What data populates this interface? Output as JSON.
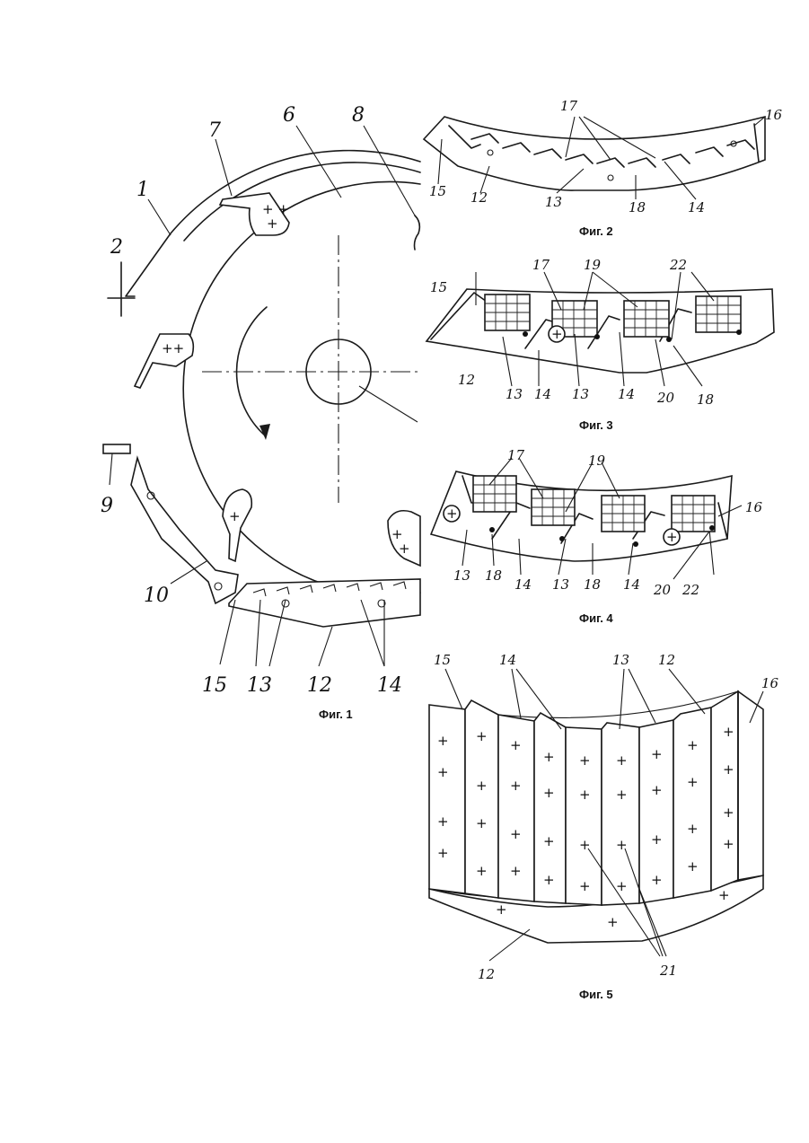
{
  "figures": {
    "fig1": {
      "caption": "Фиг. 1",
      "labels": [
        "1",
        "2",
        "6",
        "7",
        "8",
        "9",
        "10",
        "15",
        "13",
        "12",
        "14"
      ]
    },
    "fig2": {
      "caption": "Фиг. 2",
      "labels": [
        "17",
        "16",
        "15",
        "12",
        "13",
        "18",
        "14"
      ]
    },
    "fig3": {
      "caption": "Фиг. 3",
      "labels": [
        "15",
        "17",
        "19",
        "22",
        "12",
        "13",
        "14",
        "13",
        "14",
        "20",
        "18"
      ]
    },
    "fig4": {
      "caption": "Фиг. 4",
      "labels": [
        "17",
        "19",
        "16",
        "13",
        "18",
        "14",
        "13",
        "18",
        "14",
        "20",
        "22"
      ]
    },
    "fig5": {
      "caption": "Фиг. 5",
      "labels": [
        "15",
        "14",
        "13",
        "12",
        "16",
        "12",
        "21"
      ]
    }
  }
}
